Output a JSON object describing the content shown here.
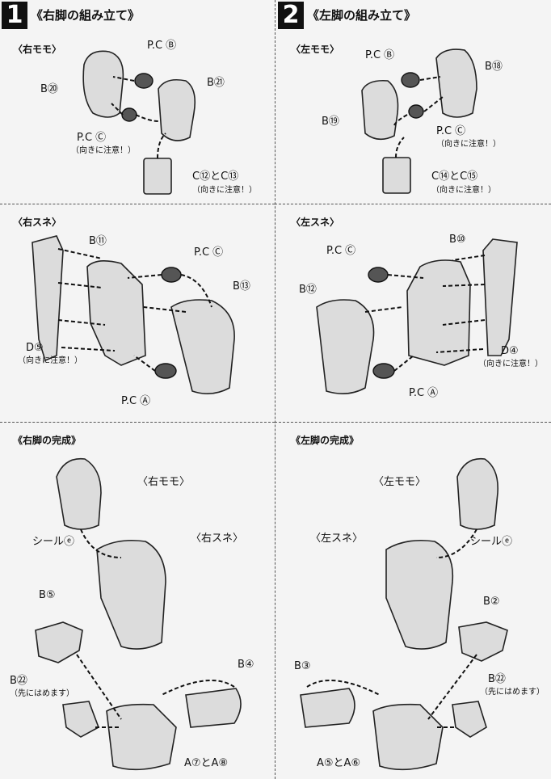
{
  "steps": [
    {
      "number": "1",
      "title": "《右脚の組み立て》",
      "sections": [
        {
          "title": "〈右モモ〉",
          "labels": [
            "P.C Ⓑ",
            "B⑳",
            "B㉑",
            "P.C Ⓒ",
            "C⑫とC⑬"
          ],
          "notes": [
            "（向きに注意！）",
            "（向きに注意！）"
          ]
        },
        {
          "title": "〈右スネ〉",
          "labels": [
            "B⑪",
            "P.C Ⓒ",
            "B⑬",
            "D⑤",
            "P.C Ⓐ"
          ],
          "notes": [
            "（向きに注意！）"
          ]
        },
        {
          "title": "《右脚の完成》",
          "labels": [
            "〈右モモ〉",
            "シールⓔ",
            "〈右スネ〉",
            "B⑤",
            "B④",
            "B㉒",
            "A⑦とA⑧"
          ],
          "notes": [
            "（先にはめます）"
          ]
        }
      ]
    },
    {
      "number": "2",
      "title": "《左脚の組み立て》",
      "sections": [
        {
          "title": "〈左モモ〉",
          "labels": [
            "P.C Ⓑ",
            "B⑱",
            "B⑲",
            "P.C Ⓒ",
            "C⑭とC⑮"
          ],
          "notes": [
            "（向きに注意！）",
            "（向きに注意！）"
          ]
        },
        {
          "title": "〈左スネ〉",
          "labels": [
            "B⑩",
            "P.C Ⓒ",
            "B⑫",
            "D④",
            "P.C Ⓐ"
          ],
          "notes": [
            "（向きに注意！）"
          ]
        },
        {
          "title": "《左脚の完成》",
          "labels": [
            "〈左モモ〉",
            "〈左スネ〉",
            "シールⓔ",
            "B②",
            "B③",
            "B㉒",
            "A⑤とA⑥"
          ],
          "notes": [
            "（先にはめます）"
          ]
        }
      ]
    }
  ]
}
